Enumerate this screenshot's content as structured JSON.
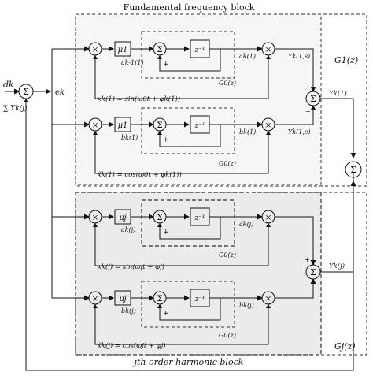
{
  "titles": {
    "top_block": "Fundamental frequency block",
    "bottom_block": "jth order harmonic block"
  },
  "transfer": {
    "G1": "G1(z)",
    "Gj": "Gj(z)",
    "G0a": "G0(z)",
    "G0b": "G0(z)",
    "G0c": "G0(z)",
    "G0d": "G0(z)"
  },
  "inputs": {
    "d": "dk",
    "feedback": "∑ Yk(j)",
    "error": "ek"
  },
  "symbols": {
    "sum": "Σ",
    "mult": "×",
    "delay": "z⁻¹",
    "plus": "+",
    "minus": "-"
  },
  "rows": [
    {
      "gain": "μ1",
      "state": "ak-1(1)",
      "out": "ak(1)",
      "signal": "Yk(1,s)",
      "ref": "xk(1) = sin(ω0t + φk(1))"
    },
    {
      "gain": "μ1",
      "state": "bk(1)",
      "out": "bk(1)",
      "signal": "Yk(1,c)",
      "ref": "x̃k(1) = cos(ω0t + φk(1))"
    },
    {
      "gain": "μj",
      "state": "ak(j)",
      "out": "ak(j)",
      "signal": "",
      "ref": "xk(j) = sin(ωjt + φj)"
    },
    {
      "gain": "μj",
      "state": "bk(j)",
      "out": "bk(j)",
      "signal": "",
      "ref": "x̃k(j) = cos(ωjt + φj)"
    }
  ],
  "outputs": {
    "Y1": "Yk(1)",
    "Yj": "Yk(j)"
  }
}
